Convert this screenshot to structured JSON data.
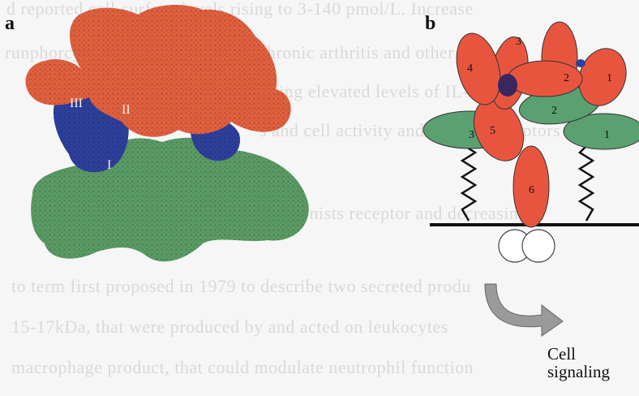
{
  "bleed_through": [
    "d reported cell-surface levels rising to 3-140 pmol/L. Increase",
    "runphorcyte activity including of chronic arthritis and other",
    "8 ling elevated levels of IL-",
    "s and cell activity and binding receptors",
    "antagonists receptor and decreasing",
    "to term first proposed in 1979 to describe two secreted produ",
    "15-17kDa, that were produced by and acted on leukocytes",
    "macrophage product, that could modulate neutrophil function"
  ],
  "panel_a": {
    "label": "a",
    "chain_labels": [
      "III",
      "II",
      "I"
    ],
    "colors": {
      "ligand": "#e0603e",
      "receptor": "#2d3f9a",
      "membrane_chain": "#5a9a64"
    }
  },
  "panel_b": {
    "label": "b",
    "domain_numbers_red": [
      "4",
      "3",
      "2",
      "1",
      "5",
      "6"
    ],
    "domain_numbers_green": [
      "2",
      "3",
      "1"
    ],
    "colors": {
      "red": "#e8553e",
      "green": "#5aa070",
      "purple": "#3a2660"
    }
  },
  "caption": {
    "line1": "Cell",
    "line2": "signaling"
  }
}
